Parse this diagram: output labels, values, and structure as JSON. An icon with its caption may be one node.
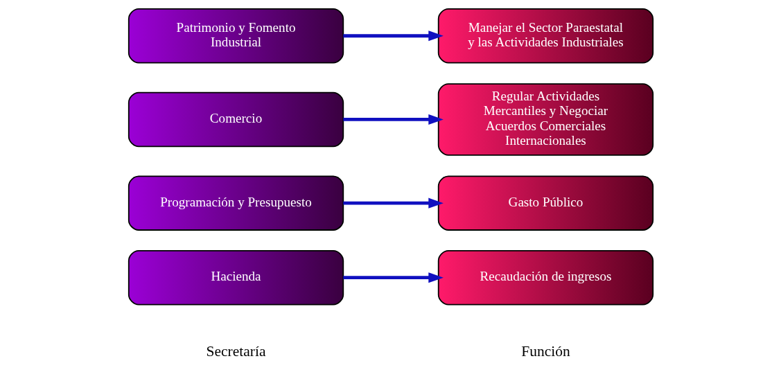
{
  "diagram": {
    "nodes": [
      {
        "text": [
          "Hacienda"
        ]
      },
      {
        "text": [
          "Programación y Presupuesto"
        ]
      },
      {
        "text": [
          "Comercio"
        ]
      },
      {
        "text": [
          "Patrimonio y Fomento Industrial"
        ]
      },
      {
        "text": [
          "Recaudación de ingresos"
        ]
      },
      {
        "text": [
          "Gasto Público"
        ]
      },
      {
        "text": [
          "Regular Actividades Mercantiles y Negociar Acuerdos Comerciales Internacionales"
        ]
      },
      {
        "text": [
          "Manejar el Sector Paraestatal y las Actividades Industriales"
        ]
      }
    ],
    "edges": [
      {
        "from": 0,
        "to": 4,
        "arrow": "to"
      },
      {
        "from": 1,
        "to": 5,
        "arrow": "to"
      },
      {
        "from": 2,
        "to": 6,
        "arrow": "to"
      },
      {
        "from": 3,
        "to": 7,
        "arrow": "to"
      }
    ],
    "labels": [
      "Secretaría",
      "Función"
    ]
  }
}
